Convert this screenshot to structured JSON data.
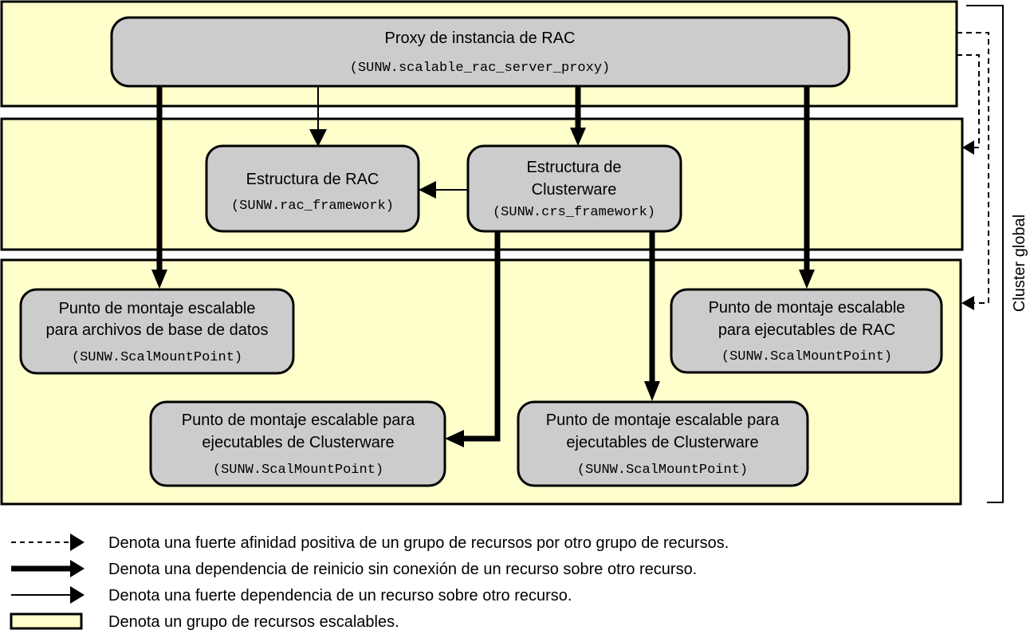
{
  "groups": [
    {
      "name": "proxy-group"
    },
    {
      "name": "framework-group"
    },
    {
      "name": "mount-group"
    }
  ],
  "resources": {
    "proxy": {
      "lines": [
        "Proxy de instancia de RAC"
      ],
      "type": "(SUNW.scalable_rac_server_proxy)"
    },
    "rac_framework": {
      "lines": [
        "Estructura de RAC"
      ],
      "type": "(SUNW.rac_framework)"
    },
    "crs_framework": {
      "lines": [
        "Estructura de",
        "Clusterware"
      ],
      "type": "(SUNW.crs_framework)"
    },
    "mount_db": {
      "lines": [
        "Punto de montaje escalable",
        "para archivos de base de datos"
      ],
      "type": "(SUNW.ScalMountPoint)"
    },
    "mount_rac_exe": {
      "lines": [
        "Punto de montaje escalable",
        "para ejecutables de RAC"
      ],
      "type": "(SUNW.ScalMountPoint)"
    },
    "mount_cw_left": {
      "lines": [
        "Punto de montaje escalable para",
        "ejecutables de Clusterware"
      ],
      "type": "(SUNW.ScalMountPoint)"
    },
    "mount_cw_right": {
      "lines": [
        "Punto de montaje escalable para",
        "ejecutables de Clusterware"
      ],
      "type": "(SUNW.ScalMountPoint)"
    }
  },
  "cluster_label": "Cluster global",
  "legend": [
    {
      "kind": "dashed-arrow",
      "text": "Denota una fuerte afinidad positiva de un grupo de recursos por otro grupo de recursos."
    },
    {
      "kind": "thick-arrow",
      "text": "Denota una dependencia de reinicio sin conexión de un recurso sobre otro recurso."
    },
    {
      "kind": "thin-arrow",
      "text": "Denota una fuerte dependencia de un recurso sobre otro recurso."
    },
    {
      "kind": "group-box",
      "text": "Denota un grupo de recursos escalables."
    }
  ],
  "colors": {
    "group_fill": "#ffffcc",
    "resource_fill": "#cccccc"
  }
}
